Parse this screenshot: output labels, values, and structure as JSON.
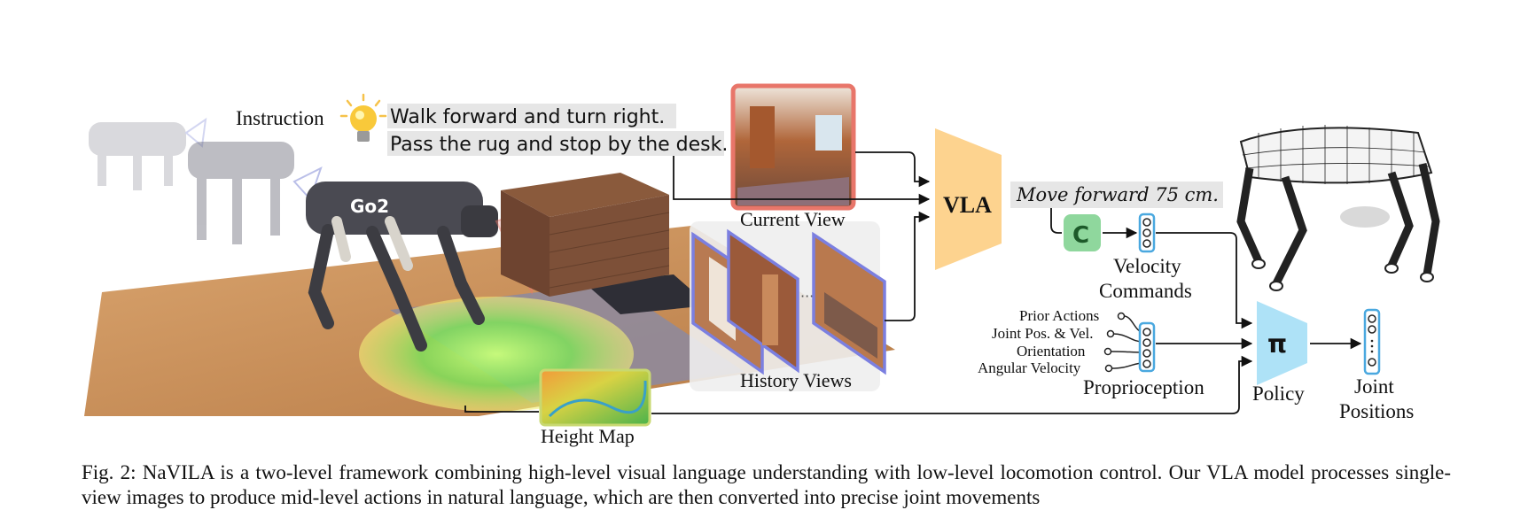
{
  "instruction": {
    "label": "Instruction",
    "line1": "Walk forward and turn right.",
    "line2": "Pass the rug and stop by the desk."
  },
  "labels": {
    "current_view": "Current View",
    "history_views": "History Views",
    "height_map": "Height Map",
    "vla": "VLA",
    "command_text": "Move forward 75 cm.",
    "velocity_commands": [
      "Velocity",
      "Commands"
    ],
    "proprioception": "Proprioception",
    "prior_actions": "Prior Actions",
    "joint_pos_vel": "Joint Pos. & Vel.",
    "orientation": "Orientation",
    "angular_velocity": "Angular Velocity",
    "policy_symbol": "π",
    "policy": "Policy",
    "joint_positions": [
      "Joint",
      "Positions"
    ],
    "robot_logo": "Go2",
    "converter_symbol": "C"
  },
  "caption": "Fig. 2: NaVILA is a two-level framework combining high-level visual language understanding with low-level locomotion control. Our VLA model processes single-view images to produce mid-level actions in natural language, which are then converted into precise joint movements",
  "colors": {
    "vla_fill": "#fdd38f",
    "policy_fill": "#aee2f7",
    "converter_fill": "#8fd79d",
    "current_view_border": "#e8766a",
    "history_border": "#7b7fe0",
    "vector_border": "#4aa8df",
    "label_bg": "#e6e6e6"
  }
}
